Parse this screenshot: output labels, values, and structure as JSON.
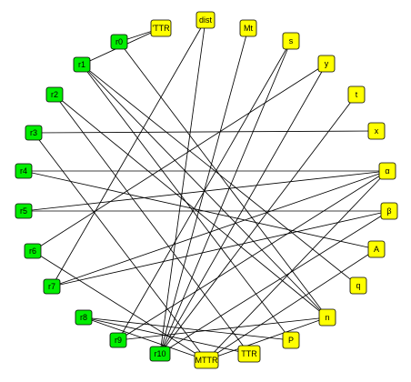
{
  "colors": {
    "left_node": "#00ee00",
    "right_node": "#ffff00",
    "edge": "#000000",
    "background": "#ffffff"
  },
  "nodes": [
    {
      "id": "r0",
      "label": "r0",
      "group": "left"
    },
    {
      "id": "r1",
      "label": "r1",
      "group": "left"
    },
    {
      "id": "r2",
      "label": "r2",
      "group": "left"
    },
    {
      "id": "r3",
      "label": "r3",
      "group": "left"
    },
    {
      "id": "r4",
      "label": "r4",
      "group": "left"
    },
    {
      "id": "r5",
      "label": "r5",
      "group": "left"
    },
    {
      "id": "r6",
      "label": "r6",
      "group": "left"
    },
    {
      "id": "r7",
      "label": "r7",
      "group": "left"
    },
    {
      "id": "r8",
      "label": "r8",
      "group": "left"
    },
    {
      "id": "r9",
      "label": "r9",
      "group": "left"
    },
    {
      "id": "r10",
      "label": "r10",
      "group": "left"
    },
    {
      "id": "TTR_top",
      "label": "'TTR",
      "group": "right"
    },
    {
      "id": "dist",
      "label": "dist",
      "group": "right"
    },
    {
      "id": "Mt",
      "label": "Mt",
      "group": "right"
    },
    {
      "id": "s",
      "label": "s",
      "group": "right"
    },
    {
      "id": "y",
      "label": "y",
      "group": "right"
    },
    {
      "id": "t",
      "label": "t",
      "group": "right"
    },
    {
      "id": "x",
      "label": "x",
      "group": "right"
    },
    {
      "id": "alpha",
      "label": "α",
      "group": "right"
    },
    {
      "id": "beta",
      "label": "β",
      "group": "right"
    },
    {
      "id": "A",
      "label": "A",
      "group": "right"
    },
    {
      "id": "q",
      "label": "q",
      "group": "right"
    },
    {
      "id": "n",
      "label": "n",
      "group": "right"
    },
    {
      "id": "P",
      "label": "P",
      "group": "right"
    },
    {
      "id": "TTR",
      "label": "TTR",
      "group": "right"
    },
    {
      "id": "MTTR",
      "label": "MTTR",
      "group": "right"
    }
  ],
  "edges": [
    [
      "r0",
      "TTR_top"
    ],
    [
      "r0",
      "n"
    ],
    [
      "r1",
      "TTR_top"
    ],
    [
      "r1",
      "n"
    ],
    [
      "r1",
      "P"
    ],
    [
      "r1",
      "q"
    ],
    [
      "r2",
      "n"
    ],
    [
      "r2",
      "TTR"
    ],
    [
      "r3",
      "x"
    ],
    [
      "r3",
      "MTTR"
    ],
    [
      "r4",
      "alpha"
    ],
    [
      "r4",
      "A"
    ],
    [
      "r5",
      "beta"
    ],
    [
      "r5",
      "alpha"
    ],
    [
      "r6",
      "y"
    ],
    [
      "r6",
      "MTTR"
    ],
    [
      "r7",
      "dist"
    ],
    [
      "r7",
      "alpha"
    ],
    [
      "r7",
      "beta"
    ],
    [
      "r8",
      "P"
    ],
    [
      "r8",
      "TTR"
    ],
    [
      "r8",
      "MTTR"
    ],
    [
      "r9",
      "s"
    ],
    [
      "r9",
      "alpha"
    ],
    [
      "r9",
      "n"
    ],
    [
      "r10",
      "dist"
    ],
    [
      "r10",
      "Mt"
    ],
    [
      "r10",
      "s"
    ],
    [
      "r10",
      "y"
    ],
    [
      "r10",
      "t"
    ],
    [
      "r10",
      "beta"
    ],
    [
      "MTTR",
      "alpha"
    ],
    [
      "MTTR",
      "A"
    ],
    [
      "MTTR",
      "n"
    ]
  ]
}
